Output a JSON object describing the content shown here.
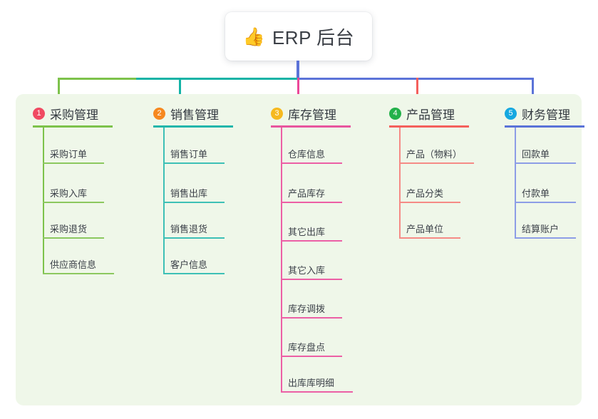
{
  "root": {
    "icon": "thumbs-up-icon",
    "emoji": "👍",
    "title": "ERP 后台"
  },
  "panel": {
    "background": "#eff7e9"
  },
  "columns": [
    {
      "number": "1",
      "title": "采购管理",
      "badge_color": "#f04a62",
      "line_color": "#7dc24b",
      "connector_color": "#7dc24b",
      "items": [
        "采购订单",
        "采购入库",
        "采购退货",
        "供应商信息"
      ]
    },
    {
      "number": "2",
      "title": "销售管理",
      "badge_color": "#f6881f",
      "line_color": "#23b6ab",
      "connector_color": "#13b3a6",
      "items": [
        "销售订单",
        "销售出库",
        "销售退货",
        "客户信息"
      ]
    },
    {
      "number": "3",
      "title": "库存管理",
      "badge_color": "#f6b91f",
      "line_color": "#e8559e",
      "connector_color": "#ec4899",
      "items": [
        "仓库信息",
        "产品库存",
        "其它出库",
        "其它入库",
        "库存调拨",
        "库存盘点",
        "出库库明细"
      ]
    },
    {
      "number": "4",
      "title": "产品管理",
      "badge_color": "#23b14a",
      "line_color": "#f4605c",
      "connector_color": "#f4605c",
      "items": [
        "产品（物料）",
        "产品分类",
        "产品单位"
      ]
    },
    {
      "number": "5",
      "title": "财务管理",
      "badge_color": "#16a8e0",
      "line_color": "#5b73d8",
      "connector_color": "#5b73d8",
      "items": [
        "回款单",
        "付款单",
        "结算账户"
      ]
    }
  ],
  "connectors": {
    "trunk_color": "#5b73d8",
    "bar_left_color": "#7dc24b",
    "bar_mid_color": "#13b3a6",
    "bar_right_color": "#5b73d8"
  }
}
